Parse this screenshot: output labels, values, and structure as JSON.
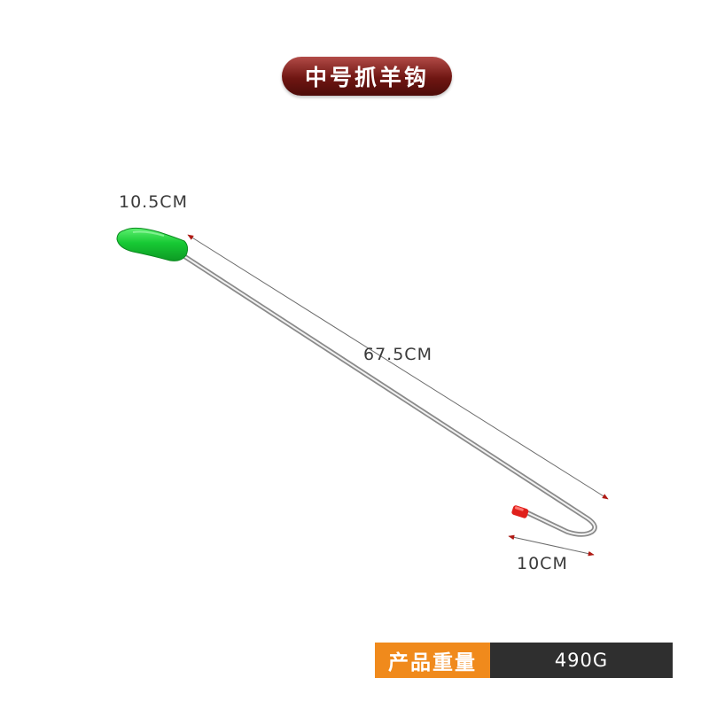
{
  "title": "中号抓羊钩",
  "dimensions": {
    "handle": "10.5CM",
    "shaft": "67.5CM",
    "hook": "10CM"
  },
  "spec": {
    "label": "产品重量",
    "value": "490G"
  },
  "colors": {
    "title_bg": "#6f1612",
    "handle": "#1ed43c",
    "tip": "#e0201c",
    "spec_label_bg": "#f08a1c",
    "spec_value_bg": "#2f2f2f",
    "dimension_arrow": "#b01a14"
  }
}
